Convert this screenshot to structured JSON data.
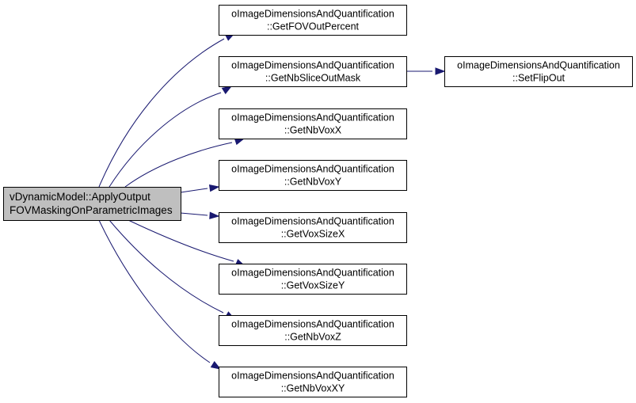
{
  "diagram": {
    "type": "call-graph",
    "colors": {
      "root_fill": "#bfbfbf",
      "node_fill": "#ffffff",
      "border": "#000000",
      "edge": "#191970"
    },
    "root": {
      "id": "root",
      "lines": [
        "vDynamicModel::ApplyOutput",
        "FOVMaskingOnParametricImages"
      ]
    },
    "nodes": [
      {
        "id": "getfovoutpercent",
        "lines": [
          "oImageDimensionsAndQuantification",
          "::GetFOVOutPercent"
        ]
      },
      {
        "id": "getnbsliceoutmask",
        "lines": [
          "oImageDimensionsAndQuantification",
          "::GetNbSliceOutMask"
        ]
      },
      {
        "id": "setflipout",
        "lines": [
          "oImageDimensionsAndQuantification",
          "::SetFlipOut"
        ]
      },
      {
        "id": "getnbvoxx",
        "lines": [
          "oImageDimensionsAndQuantification",
          "::GetNbVoxX"
        ]
      },
      {
        "id": "getnbvoxy",
        "lines": [
          "oImageDimensionsAndQuantification",
          "::GetNbVoxY"
        ]
      },
      {
        "id": "getvoxsizex",
        "lines": [
          "oImageDimensionsAndQuantification",
          "::GetVoxSizeX"
        ]
      },
      {
        "id": "getvoxsizey",
        "lines": [
          "oImageDimensionsAndQuantification",
          "::GetVoxSizeY"
        ]
      },
      {
        "id": "getnbvoxz",
        "lines": [
          "oImageDimensionsAndQuantification",
          "::GetNbVoxZ"
        ]
      },
      {
        "id": "getnbvoxxy",
        "lines": [
          "oImageDimensionsAndQuantification",
          "::GetNbVoxXY"
        ]
      }
    ],
    "edges": [
      {
        "from": "root",
        "to": "getfovoutpercent"
      },
      {
        "from": "root",
        "to": "getnbsliceoutmask"
      },
      {
        "from": "getnbsliceoutmask",
        "to": "setflipout"
      },
      {
        "from": "root",
        "to": "getnbvoxx"
      },
      {
        "from": "root",
        "to": "getnbvoxy"
      },
      {
        "from": "root",
        "to": "getvoxsizex"
      },
      {
        "from": "root",
        "to": "getvoxsizey"
      },
      {
        "from": "root",
        "to": "getnbvoxz"
      },
      {
        "from": "root",
        "to": "getnbvoxxy"
      }
    ]
  }
}
